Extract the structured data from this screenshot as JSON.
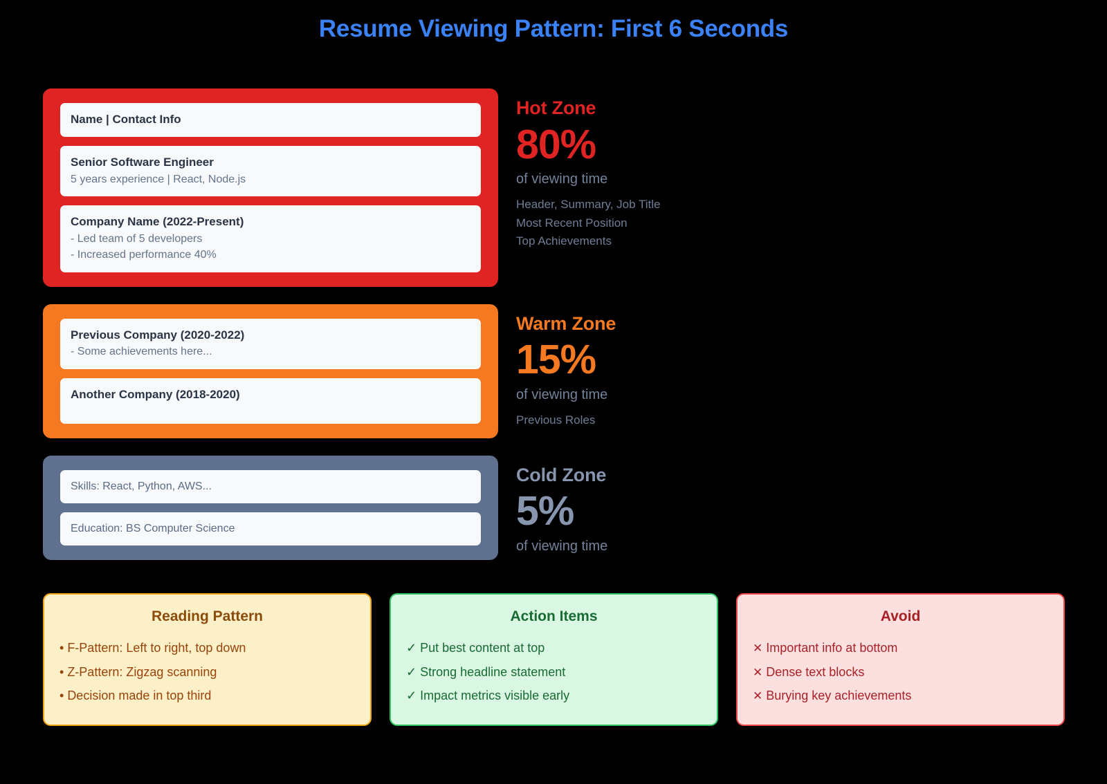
{
  "title": "Resume Viewing Pattern: First 6 Seconds",
  "colors": {
    "title": "#3b82f6",
    "hot": "#e02424",
    "warm": "#f47920",
    "cold": "#5f718f",
    "cold_text": "#8795ae",
    "reading_border": "#f0a415",
    "reading_bg": "#fcf0c8",
    "action_border": "#2ec45f",
    "action_bg": "#d9f7e2",
    "avoid_border": "#f0494b",
    "avoid_bg": "#fcdfdf"
  },
  "zones": [
    {
      "id": "hot",
      "name": "Hot Zone",
      "percent": "80%",
      "unit": "of viewing time",
      "details": [
        "Header, Summary, Job Title",
        "Most Recent Position",
        "Top Achievements"
      ],
      "boxes": [
        {
          "title": "Name | Contact Info",
          "lines": []
        },
        {
          "title": "Senior Software Engineer",
          "lines": [
            "5 years experience | React, Node.js"
          ]
        },
        {
          "title": "Company Name (2022-Present)",
          "lines": [
            "- Led team of 5 developers",
            "- Increased performance 40%"
          ]
        }
      ]
    },
    {
      "id": "warm",
      "name": "Warm Zone",
      "percent": "15%",
      "unit": "of viewing time",
      "details": [
        "Previous Roles"
      ],
      "boxes": [
        {
          "title": "Previous Company (2020-2022)",
          "lines": [
            "- Some achievements here..."
          ]
        },
        {
          "title": "Another Company (2018-2020)",
          "lines": []
        }
      ]
    },
    {
      "id": "cold",
      "name": "Cold Zone",
      "percent": "5%",
      "unit": "of viewing time",
      "details": [],
      "boxes": [
        {
          "title": "Skills: React, Python, AWS...",
          "lines": []
        },
        {
          "title": "Education: BS Computer Science",
          "lines": []
        }
      ]
    }
  ],
  "cards": [
    {
      "id": "reading-pattern",
      "title": "Reading Pattern",
      "marker": "•",
      "items": [
        "F-Pattern: Left to right, top down",
        "Z-Pattern: Zigzag scanning",
        "Decision made in top third"
      ]
    },
    {
      "id": "action-items",
      "title": "Action Items",
      "marker": "✓",
      "items": [
        "Put best content at top",
        "Strong headline statement",
        "Impact metrics visible early"
      ]
    },
    {
      "id": "avoid",
      "title": "Avoid",
      "marker": "✕",
      "items": [
        "Important info at bottom",
        "Dense text blocks",
        "Burying key achievements"
      ]
    }
  ]
}
